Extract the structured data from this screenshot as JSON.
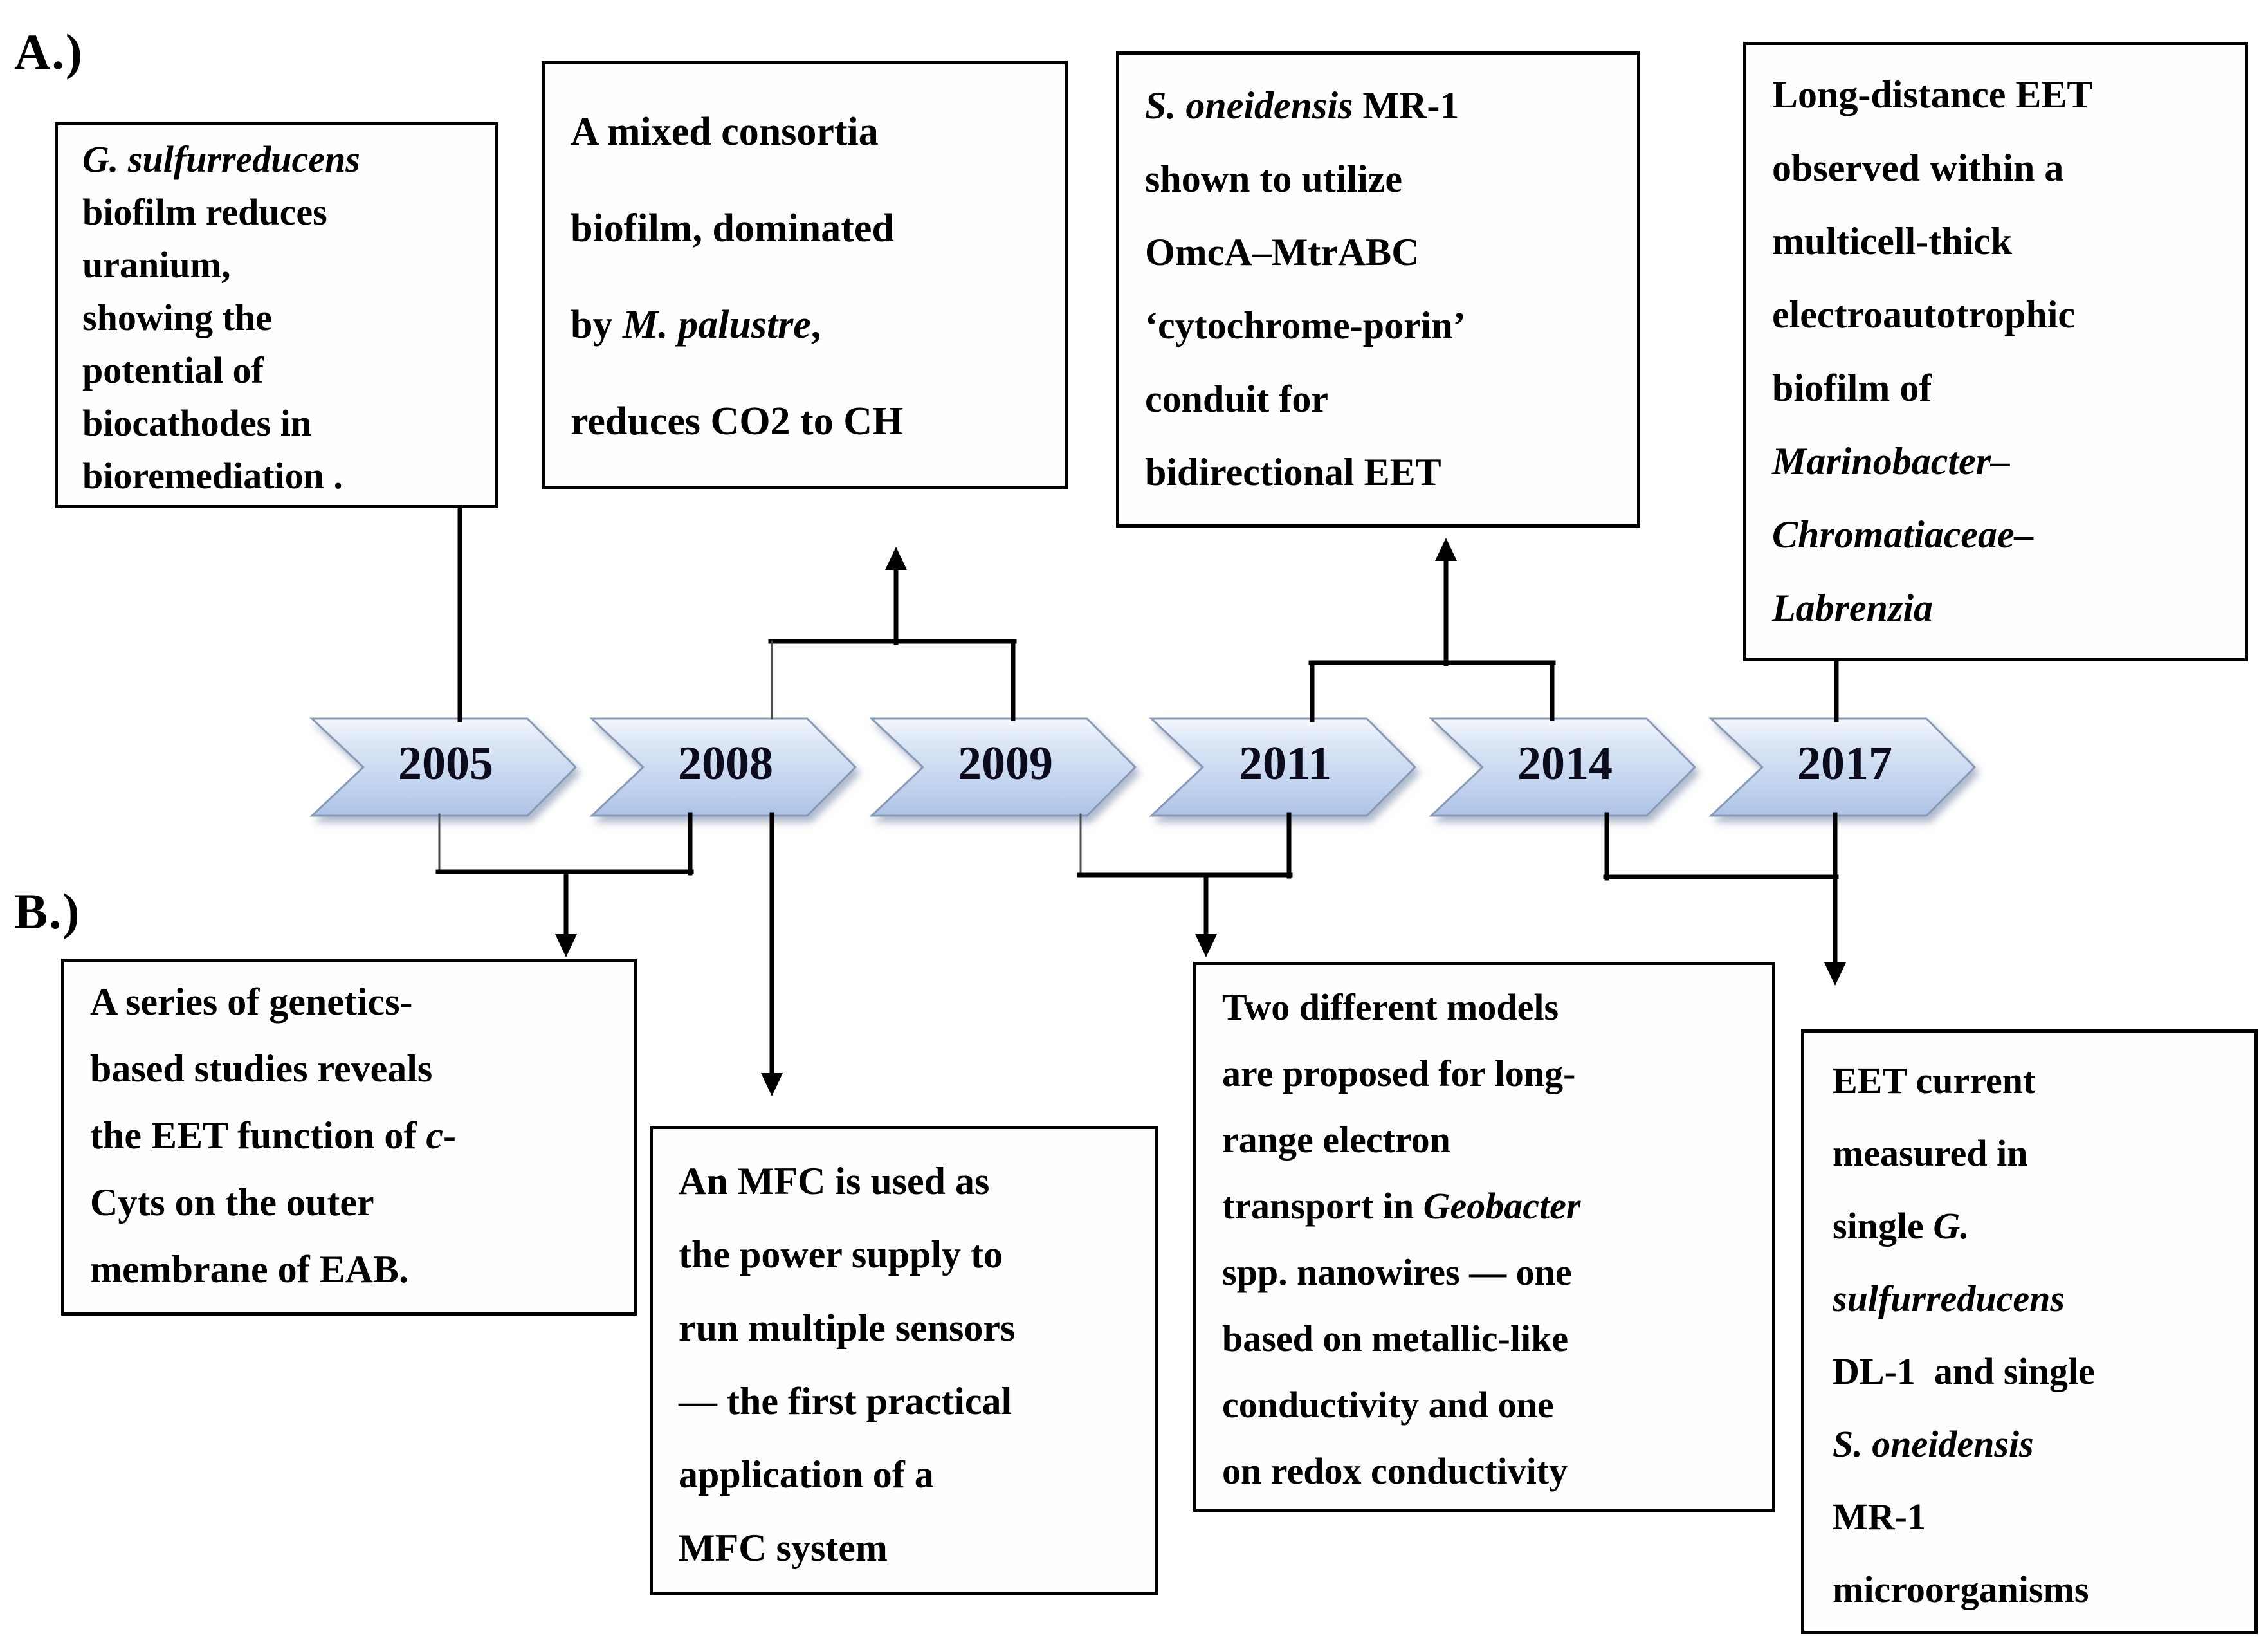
{
  "labels": {
    "section_a": "A.)",
    "section_b": "B.)"
  },
  "timeline": {
    "years": [
      "2005",
      "2008",
      "2009",
      "2011",
      "2014",
      "2017"
    ],
    "colors": {
      "fill_top": "#f5f8fd",
      "fill_upper": "#dde7f6",
      "fill_mid": "#c6d6ef",
      "fill_bottom": "#adc3e6",
      "border": "#8a99b6",
      "year_text": "#0c0c1e",
      "connector": "#000000"
    }
  },
  "boxes": [
    {
      "id": "top-2005",
      "position": "above",
      "anchor_years": [
        "2005"
      ],
      "lines": [
        [
          {
            "t": "G. sulfurreducens",
            "i": true
          }
        ],
        [
          {
            "t": "biofilm reduces"
          }
        ],
        [
          {
            "t": "uranium,"
          }
        ],
        [
          {
            "t": "showing the"
          }
        ],
        [
          {
            "t": "potential of"
          }
        ],
        [
          {
            "t": "biocathodes in"
          }
        ],
        [
          {
            "t": "bioremediation ."
          }
        ]
      ]
    },
    {
      "id": "top-2008-2009",
      "position": "above",
      "anchor_years": [
        "2008",
        "2009"
      ],
      "lines": [
        [
          {
            "t": "A mixed consortia"
          }
        ],
        [
          {
            "t": "biofilm, dominated"
          }
        ],
        [
          {
            "t": "by "
          },
          {
            "t": "M. palustre",
            "i": true
          },
          {
            "t": ","
          }
        ],
        [
          {
            "t": "reduces CO2 to CH"
          }
        ]
      ]
    },
    {
      "id": "top-2011-2014",
      "position": "above",
      "anchor_years": [
        "2011",
        "2014"
      ],
      "lines": [
        [
          {
            "t": "S. oneidensis",
            "i": true
          },
          {
            "t": " MR-1"
          }
        ],
        [
          {
            "t": "shown to utilize"
          }
        ],
        [
          {
            "t": "OmcA–MtrABC"
          }
        ],
        [
          {
            "t": "‘cytochrome-porin’"
          }
        ],
        [
          {
            "t": "conduit for"
          }
        ],
        [
          {
            "t": "bidirectional EET"
          }
        ]
      ]
    },
    {
      "id": "top-2017",
      "position": "above",
      "anchor_years": [
        "2017"
      ],
      "lines": [
        [
          {
            "t": "Long-distance EET"
          }
        ],
        [
          {
            "t": "observed within a"
          }
        ],
        [
          {
            "t": "multicell-thick"
          }
        ],
        [
          {
            "t": "electroautotrophic"
          }
        ],
        [
          {
            "t": "biofilm of"
          }
        ],
        [
          {
            "t": "Marinobacter–",
            "i": true
          }
        ],
        [
          {
            "t": "Chromatiaceae–",
            "i": true
          }
        ],
        [
          {
            "t": "Labrenzia",
            "i": true
          }
        ]
      ]
    },
    {
      "id": "bottom-2005-2008",
      "position": "below",
      "anchor_years": [
        "2005",
        "2008"
      ],
      "lines": [
        [
          {
            "t": "A series of genetics-"
          }
        ],
        [
          {
            "t": "based studies reveals"
          }
        ],
        [
          {
            "t": "the EET function of "
          },
          {
            "t": "c",
            "i": true
          },
          {
            "t": "-"
          }
        ],
        [
          {
            "t": "Cyts on the outer"
          }
        ],
        [
          {
            "t": "membrane of EAB."
          }
        ]
      ]
    },
    {
      "id": "bottom-2008",
      "position": "below",
      "anchor_years": [
        "2008"
      ],
      "lines": [
        [
          {
            "t": "An MFC is used as"
          }
        ],
        [
          {
            "t": "the power supply to"
          }
        ],
        [
          {
            "t": "run multiple sensors"
          }
        ],
        [
          {
            "t": "— the first practical"
          }
        ],
        [
          {
            "t": "application of a"
          }
        ],
        [
          {
            "t": "MFC system"
          }
        ]
      ]
    },
    {
      "id": "bottom-2009-2011",
      "position": "below",
      "anchor_years": [
        "2009",
        "2011"
      ],
      "lines": [
        [
          {
            "t": "Two different models"
          }
        ],
        [
          {
            "t": "are proposed for long-"
          }
        ],
        [
          {
            "t": "range electron"
          }
        ],
        [
          {
            "t": "transport in "
          },
          {
            "t": "Geobacter",
            "i": true
          }
        ],
        [
          {
            "t": "spp. nanowires — one"
          }
        ],
        [
          {
            "t": "based on metallic-like"
          }
        ],
        [
          {
            "t": "conductivity and one"
          }
        ],
        [
          {
            "t": "on redox conductivity"
          }
        ]
      ]
    },
    {
      "id": "bottom-2014-2017",
      "position": "below",
      "anchor_years": [
        "2014",
        "2017"
      ],
      "lines": [
        [
          {
            "t": "EET current"
          }
        ],
        [
          {
            "t": "measured in"
          }
        ],
        [
          {
            "t": "single "
          },
          {
            "t": "G.",
            "i": true
          }
        ],
        [
          {
            "t": "sulfurreducens",
            "i": true
          }
        ],
        [
          {
            "t": "DL-1  and single"
          }
        ],
        [
          {
            "t": "S. oneidensis",
            "i": true
          }
        ],
        [
          {
            "t": "MR-1"
          }
        ],
        [
          {
            "t": "microorganisms"
          }
        ]
      ]
    }
  ]
}
